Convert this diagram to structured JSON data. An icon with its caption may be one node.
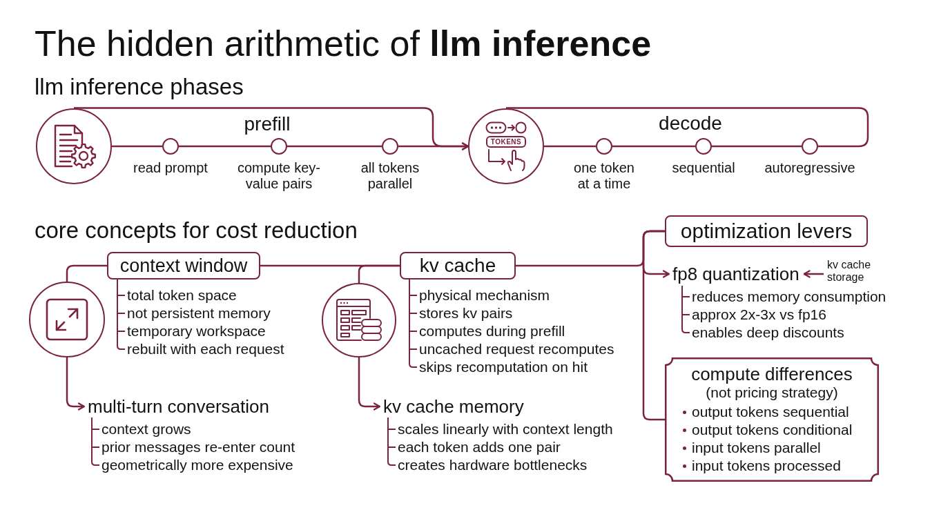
{
  "diagram": {
    "title": "The hidden arithmetic of **llm inference**",
    "nodes": [
      {
        "text": [],
        "shape": "circle"
      },
      {
        "text": [],
        "shape": "circle",
        "beside": [
          "read prompt"
        ]
      },
      {
        "text": [],
        "shape": "circle",
        "beside": [
          "compute key-value pairs"
        ]
      },
      {
        "text": [],
        "shape": "circle",
        "beside": [
          "all tokens parallel"
        ]
      },
      {
        "text": [
          "TOKENS"
        ]
      },
      {
        "text": [],
        "shape": "circle",
        "beside": [
          "one token at a time"
        ]
      },
      {
        "text": [],
        "shape": "circle",
        "beside": [
          "sequential"
        ]
      },
      {
        "text": [],
        "shape": "circle",
        "beside": [
          "autoregressive"
        ]
      },
      {
        "text": [
          "context window"
        ],
        "beside": [
          "total token space",
          "not persistent memory",
          "temporary workspace",
          "rebuilt with each request"
        ]
      },
      {
        "text": [],
        "shape": "circle"
      },
      {
        "text": [
          "multi-turn conversation"
        ],
        "beside": [
          "context grows",
          "prior messages re-enter count",
          "geometrically more expensive"
        ]
      },
      {
        "text": [
          "kv cache"
        ],
        "beside": [
          "physical mechanism",
          "stores kv pairs",
          "computes during prefill",
          "uncached request recomputes",
          "skips recomputation on hit"
        ]
      },
      {
        "text": [],
        "shape": "circle"
      },
      {
        "text": [
          "kv cache memory"
        ],
        "beside": [
          "scales linearly with context length",
          "each token adds one pair",
          "creates hardware bottlenecks"
        ]
      },
      {
        "text": [
          "optimization levers"
        ]
      },
      {
        "text": [
          "fp8 quantization"
        ],
        "beside": [
          "reduces memory consumption",
          "approx 2x-3x vs fp16",
          "enables deep discounts"
        ]
      },
      {
        "text": [
          "kv cache storage"
        ]
      },
      {
        "text": [
          "compute differences",
          "(not pricing strategy)",
          "output tokens sequential",
          "output tokens conditional",
          "input tokens parallel",
          "input tokens processed"
        ]
      }
    ],
    "edges": [
      {
        "from": 0,
        "to": 1,
        "arrow": "none"
      },
      {
        "from": 1,
        "to": 2,
        "arrow": "none"
      },
      {
        "from": 2,
        "to": 3,
        "arrow": "none"
      },
      {
        "from": 3,
        "to": 4,
        "arrow": "to"
      },
      {
        "from": 0,
        "to": 4,
        "arrow": "to"
      },
      {
        "from": 4,
        "to": 5,
        "arrow": "none"
      },
      {
        "from": 5,
        "to": 6,
        "arrow": "none"
      },
      {
        "from": 6,
        "to": 7,
        "arrow": "none"
      },
      {
        "from": 4,
        "to": 7,
        "arrow": "none"
      },
      {
        "from": 8,
        "to": 9,
        "arrow": "none"
      },
      {
        "from": 9,
        "to": 10,
        "arrow": "to"
      },
      {
        "from": 8,
        "to": 11,
        "arrow": "none"
      },
      {
        "from": 11,
        "to": 12,
        "arrow": "none"
      },
      {
        "from": 12,
        "to": 13,
        "arrow": "to"
      },
      {
        "from": 11,
        "to": 14,
        "arrow": "none"
      },
      {
        "from": 14,
        "to": 15,
        "arrow": "to"
      },
      {
        "from": 14,
        "to": 17,
        "arrow": "none"
      },
      {
        "from": 16,
        "to": 15,
        "arrow": "to"
      }
    ],
    "labels": [
      "llm inference phases",
      "prefill",
      "decode",
      "core concepts for cost reduction"
    ]
  }
}
